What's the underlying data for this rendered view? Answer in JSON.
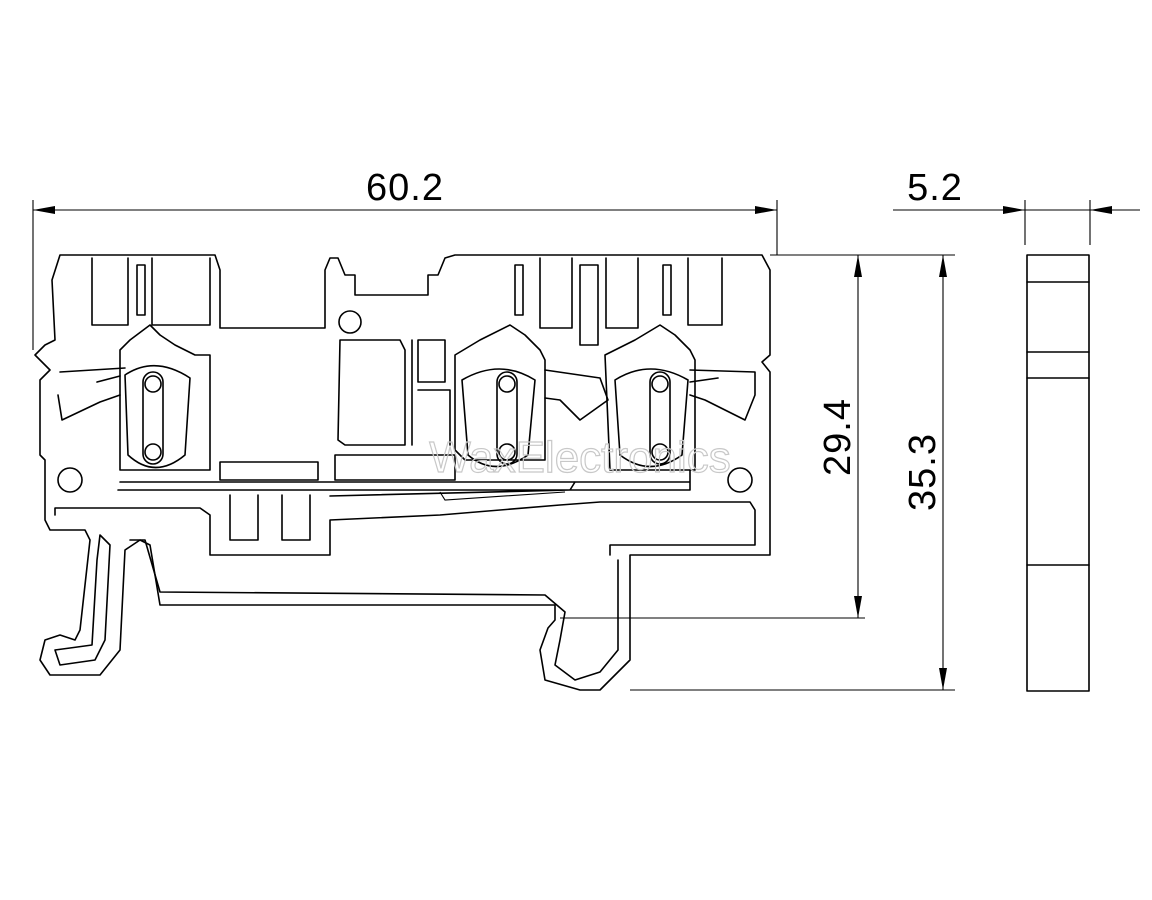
{
  "dimensions": {
    "overall_width": "60.2",
    "side_thickness": "5.2",
    "height_to_rail": "29.4",
    "overall_height": "35.3"
  },
  "watermark": "WaxElectronics"
}
